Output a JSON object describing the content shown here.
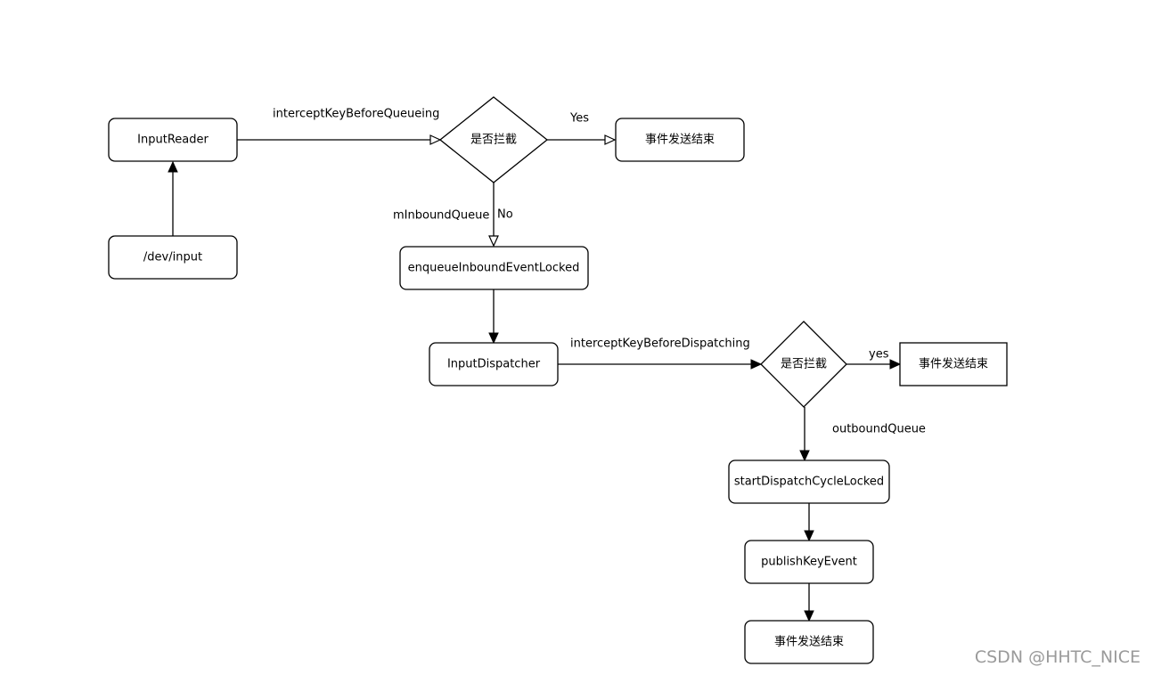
{
  "nodes": {
    "input_reader": "InputReader",
    "dev_input": "/dev/input",
    "decision_1": "是否拦截",
    "end_1": "事件发送结束",
    "enqueue": "enqueueInboundEventLocked",
    "input_dispatcher": "InputDispatcher",
    "decision_2": "是否拦截",
    "end_2": "事件发送结束",
    "start_dispatch": "startDispatchCycleLocked",
    "publish_key": "publishKeyEvent",
    "end_3": "事件发送结束"
  },
  "edges": {
    "intercept_before_queueing": "interceptKeyBeforeQueueing",
    "yes_1": "Yes",
    "minbound_queue": "mInboundQueue",
    "no_1": "No",
    "intercept_before_dispatching": "interceptKeyBeforeDispatching",
    "yes_2": "yes",
    "outbound_queue": "outboundQueue"
  },
  "watermark": "CSDN @HHTC_NICE"
}
